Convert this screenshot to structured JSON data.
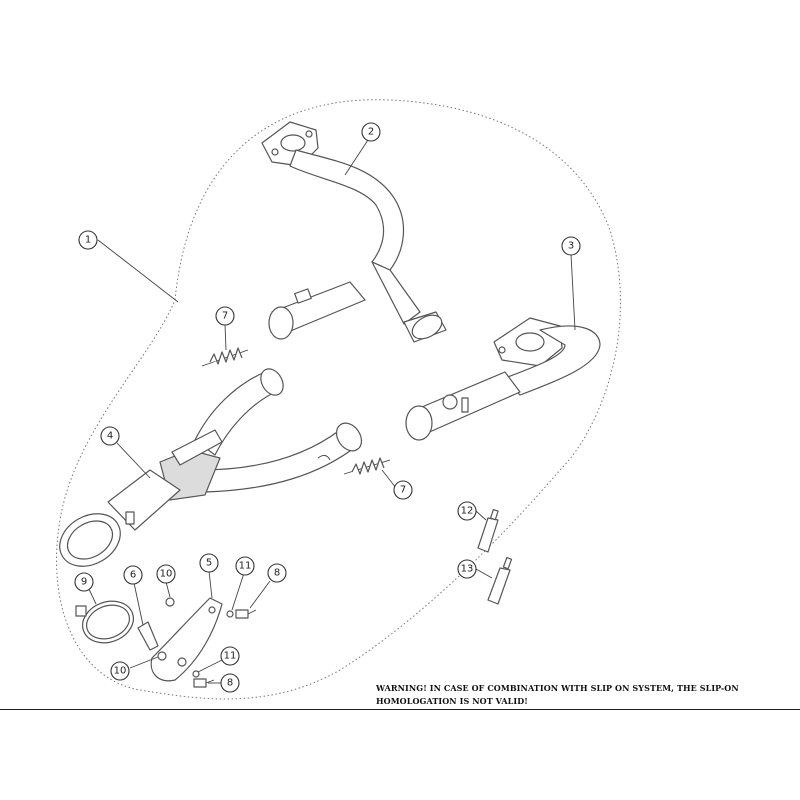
{
  "callouts": {
    "c1": "1",
    "c2": "2",
    "c3": "3",
    "c4": "4",
    "c5": "5",
    "c6": "6",
    "c7a": "7",
    "c7b": "7",
    "c8a": "8",
    "c8b": "8",
    "c9": "9",
    "c10a": "10",
    "c10b": "10",
    "c11a": "11",
    "c11b": "11",
    "c12": "12",
    "c13": "13"
  },
  "warning_text": "WARNING! IN CASE OF COMBINATION WITH SLIP ON SYSTEM, THE SLIP-ON HOMOLOGATION IS NOT VALID!"
}
